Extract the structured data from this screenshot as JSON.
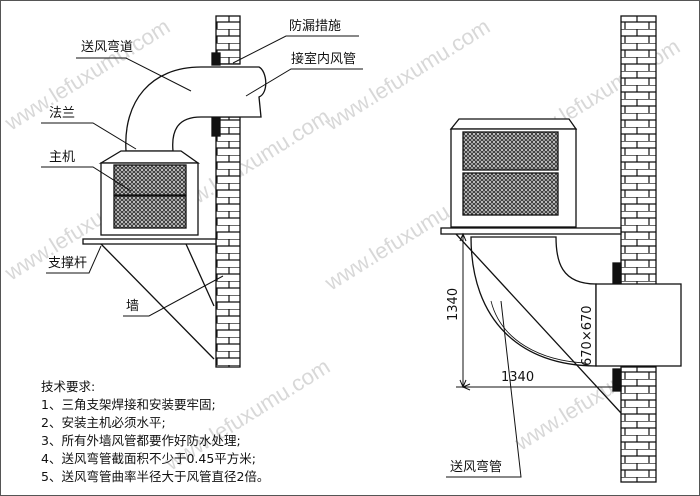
{
  "watermark": "www.lefuxumu.com",
  "left_diagram": {
    "labels": {
      "supply_elbow": "送风弯道",
      "leak_prevention": "防漏措施",
      "indoor_duct": "接室内风管",
      "flange": "法兰",
      "main_unit": "主机",
      "support_rod": "支撑杆",
      "wall": "墙"
    }
  },
  "right_diagram": {
    "dimension_vertical": "1340",
    "dimension_horizontal": "1340",
    "duct_size": "670×670",
    "label_elbow": "送风弯管"
  },
  "notes": {
    "title": "技术要求:",
    "items": [
      "1、三角支架焊接和安装要牢固;",
      "2、安装主机必须水平;",
      "3、所有外墙风管都要作好防水处理;",
      "4、送风弯管截面积不少于0.45平方米;",
      "5、送风弯管曲率半径大于风管直径2倍。"
    ]
  }
}
